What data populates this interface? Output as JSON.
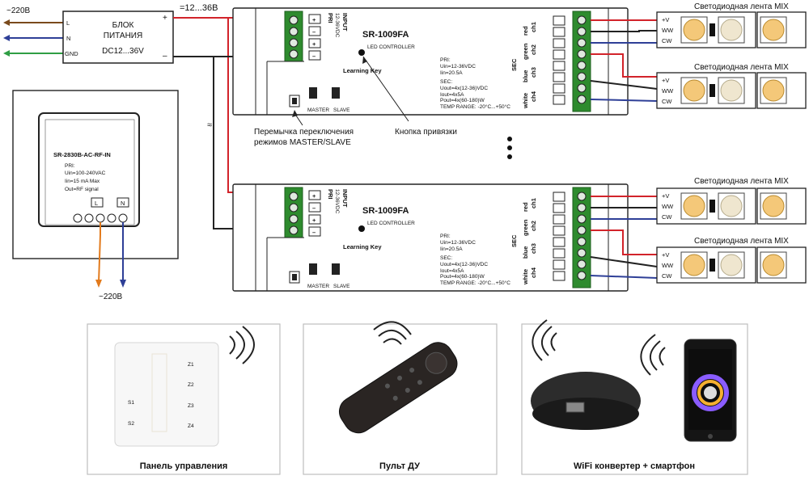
{
  "mains": {
    "input_label": "~220В",
    "output_label": "~220В",
    "terminals": [
      "L",
      "N",
      "GND"
    ]
  },
  "power_supply": {
    "title_line1": "БЛОК",
    "title_line2": "ПИТАНИЯ",
    "rating": "DC12...36V",
    "plus": "+",
    "minus": "–",
    "output_voltage": "=12...36В"
  },
  "controller": {
    "model": "SR-1009FA",
    "subtitle": "LED CONTROLLER",
    "input_label": "INPUT",
    "input_voltage": "12-36VDC",
    "pri_label": "PRI",
    "sec_label": "SEC",
    "learning_key": "Learning Key",
    "master": "MASTER",
    "slave": "SLAVE",
    "specs": {
      "pri_header": "PRI:",
      "uin": "Uin=12-36VDC",
      "iin": "Iin=20.5A",
      "sec_header": "SEC:",
      "uout": "Uout=4x(12-36)VDC",
      "iout": "Iout=4x5A",
      "pout": "Pout=4x(60-180)W",
      "temp": "TEMP RANGE: -20°C...+50°C"
    },
    "channels": [
      {
        "color": "red",
        "ch": "ch1"
      },
      {
        "color": "green",
        "ch": "ch2"
      },
      {
        "color": "blue",
        "ch": "ch3"
      },
      {
        "color": "white",
        "ch": "ch4"
      }
    ]
  },
  "strip": {
    "title": "Светодиодная лента MIX",
    "pins": [
      "+V",
      "WW",
      "CW"
    ]
  },
  "callouts": {
    "jumper": "Перемычка переключения режимов MASTER/SLAVE",
    "jumper_line1": "Перемычка переключения",
    "jumper_line2": "режимов MASTER/SLAVE",
    "button": "Кнопка привязки"
  },
  "rf_panel": {
    "model": "SR-2830B-AC-RF-IN",
    "pri": "PRI:",
    "uin": "Uin=100-240VAC",
    "iin": "Iin=15 mA Max",
    "out": "Out=RF signal",
    "term_l": "L",
    "term_n": "N"
  },
  "devices": [
    {
      "caption": "Панель управления",
      "zones": [
        "Z1",
        "Z2",
        "Z3",
        "Z4"
      ],
      "scenes": [
        "S1",
        "S2"
      ]
    },
    {
      "caption": "Пульт ДУ"
    },
    {
      "caption": "WiFi конвертер + смартфон"
    }
  ],
  "colors": {
    "wire_red": "#d2232a",
    "wire_blue": "#2e3f97",
    "wire_brown": "#7a4a1c",
    "wire_green": "#2f9e44",
    "wire_orange": "#e27a1c",
    "terminal_green": "#2e8b2e",
    "led_warm": "#f4c879",
    "led_cold": "#efe6cf"
  }
}
